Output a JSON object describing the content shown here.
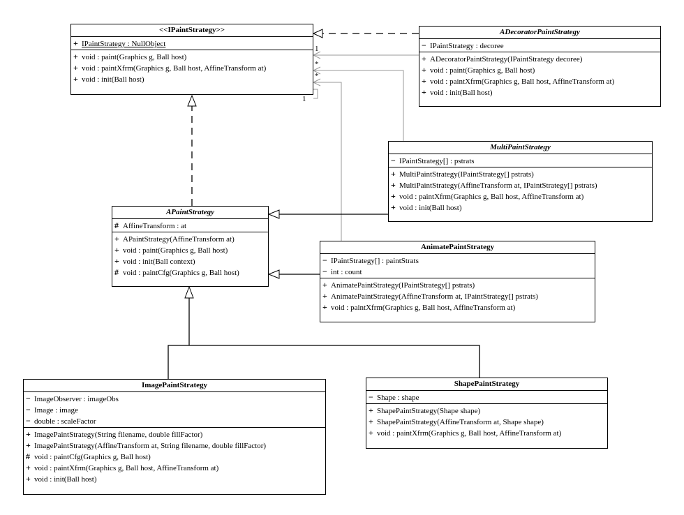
{
  "multiplicities": [
    "1",
    "*",
    "*",
    "1"
  ],
  "classes": {
    "ipaint": {
      "name": "<<IPaintStrategy>>",
      "attributes": [
        {
          "vis": "+",
          "text": "IPaintStrategy : NullObject"
        }
      ],
      "operations": [
        {
          "vis": "+",
          "text": "void : paint(Graphics g, Ball host)"
        },
        {
          "vis": "+",
          "text": "void : paintXfrm(Graphics g, Ball host, AffineTransform at)"
        },
        {
          "vis": "+",
          "text": "void : init(Ball host)"
        }
      ]
    },
    "adecorator": {
      "name": "ADecoratorPaintStrategy",
      "attributes": [
        {
          "vis": "−",
          "text": "IPaintStrategy : decoree"
        }
      ],
      "operations": [
        {
          "vis": "+",
          "text": "ADecoratorPaintStrategy(IPaintStrategy decoree)"
        },
        {
          "vis": "+",
          "text": "void : paint(Graphics g, Ball host)"
        },
        {
          "vis": "+",
          "text": "void : paintXfrm(Graphics g, Ball host, AffineTransform at)"
        },
        {
          "vis": "+",
          "text": "void : init(Ball host)"
        }
      ]
    },
    "multi": {
      "name": "MultiPaintStrategy",
      "attributes": [
        {
          "vis": "−",
          "text": "IPaintStrategy[] : pstrats"
        }
      ],
      "operations": [
        {
          "vis": "+",
          "text": "MultiPaintStrategy(IPaintStrategy[] pstrats)"
        },
        {
          "vis": "+",
          "text": "MultiPaintStrategy(AffineTransform at, IPaintStrategy[] pstrats)"
        },
        {
          "vis": "+",
          "text": "void : paintXfrm(Graphics g, Ball host, AffineTransform at)"
        },
        {
          "vis": "+",
          "text": "void : init(Ball host)"
        }
      ]
    },
    "apaint": {
      "name": "APaintStrategy",
      "attributes": [
        {
          "vis": "#",
          "text": "AffineTransform : at"
        }
      ],
      "operations": [
        {
          "vis": "+",
          "text": "APaintStrategy(AffineTransform at)"
        },
        {
          "vis": "+",
          "text": "void : paint(Graphics g, Ball host)"
        },
        {
          "vis": "+",
          "text": "void : init(Ball context)"
        },
        {
          "vis": "#",
          "text": "void : paintCfg(Graphics g, Ball host)"
        }
      ]
    },
    "animate": {
      "name": "AnimatePaintStrategy",
      "attributes": [
        {
          "vis": "−",
          "text": "IPaintStrategy[] : paintStrats"
        },
        {
          "vis": "−",
          "text": "int : count"
        }
      ],
      "operations": [
        {
          "vis": "+",
          "text": "AnimatePaintStrategy(IPaintStrategy[] pstrats)"
        },
        {
          "vis": "+",
          "text": "AnimatePaintStrategy(AffineTransform at, IPaintStrategy[] pstrats)"
        },
        {
          "vis": "+",
          "text": "void : paintXfrm(Graphics g, Ball host, AffineTransform at)"
        }
      ]
    },
    "image": {
      "name": "ImagePaintStrategy",
      "attributes": [
        {
          "vis": "−",
          "text": "ImageObserver : imageObs"
        },
        {
          "vis": "−",
          "text": "Image : image"
        },
        {
          "vis": "−",
          "text": "double : scaleFactor"
        }
      ],
      "operations": [
        {
          "vis": "+",
          "text": "ImagePaintStrategy(String filename, double fillFactor)"
        },
        {
          "vis": "+",
          "text": "ImagePaintStrategy(AffineTransform at, String filename, double fillFactor)"
        },
        {
          "vis": "#",
          "text": "void : paintCfg(Graphics g, Ball host)"
        },
        {
          "vis": "+",
          "text": "void : paintXfrm(Graphics g, Ball host, AffineTransform at)"
        },
        {
          "vis": "+",
          "text": "void : init(Ball host)"
        }
      ]
    },
    "shape": {
      "name": "ShapePaintStrategy",
      "attributes": [
        {
          "vis": "−",
          "text": "Shape : shape"
        }
      ],
      "operations": [
        {
          "vis": "+",
          "text": "ShapePaintStrategy(Shape shape)"
        },
        {
          "vis": "+",
          "text": "ShapePaintStrategy(AffineTransform at, Shape shape)"
        },
        {
          "vis": "+",
          "text": "void : paintXfrm(Graphics g, Ball host, AffineTransform at)"
        }
      ]
    }
  }
}
